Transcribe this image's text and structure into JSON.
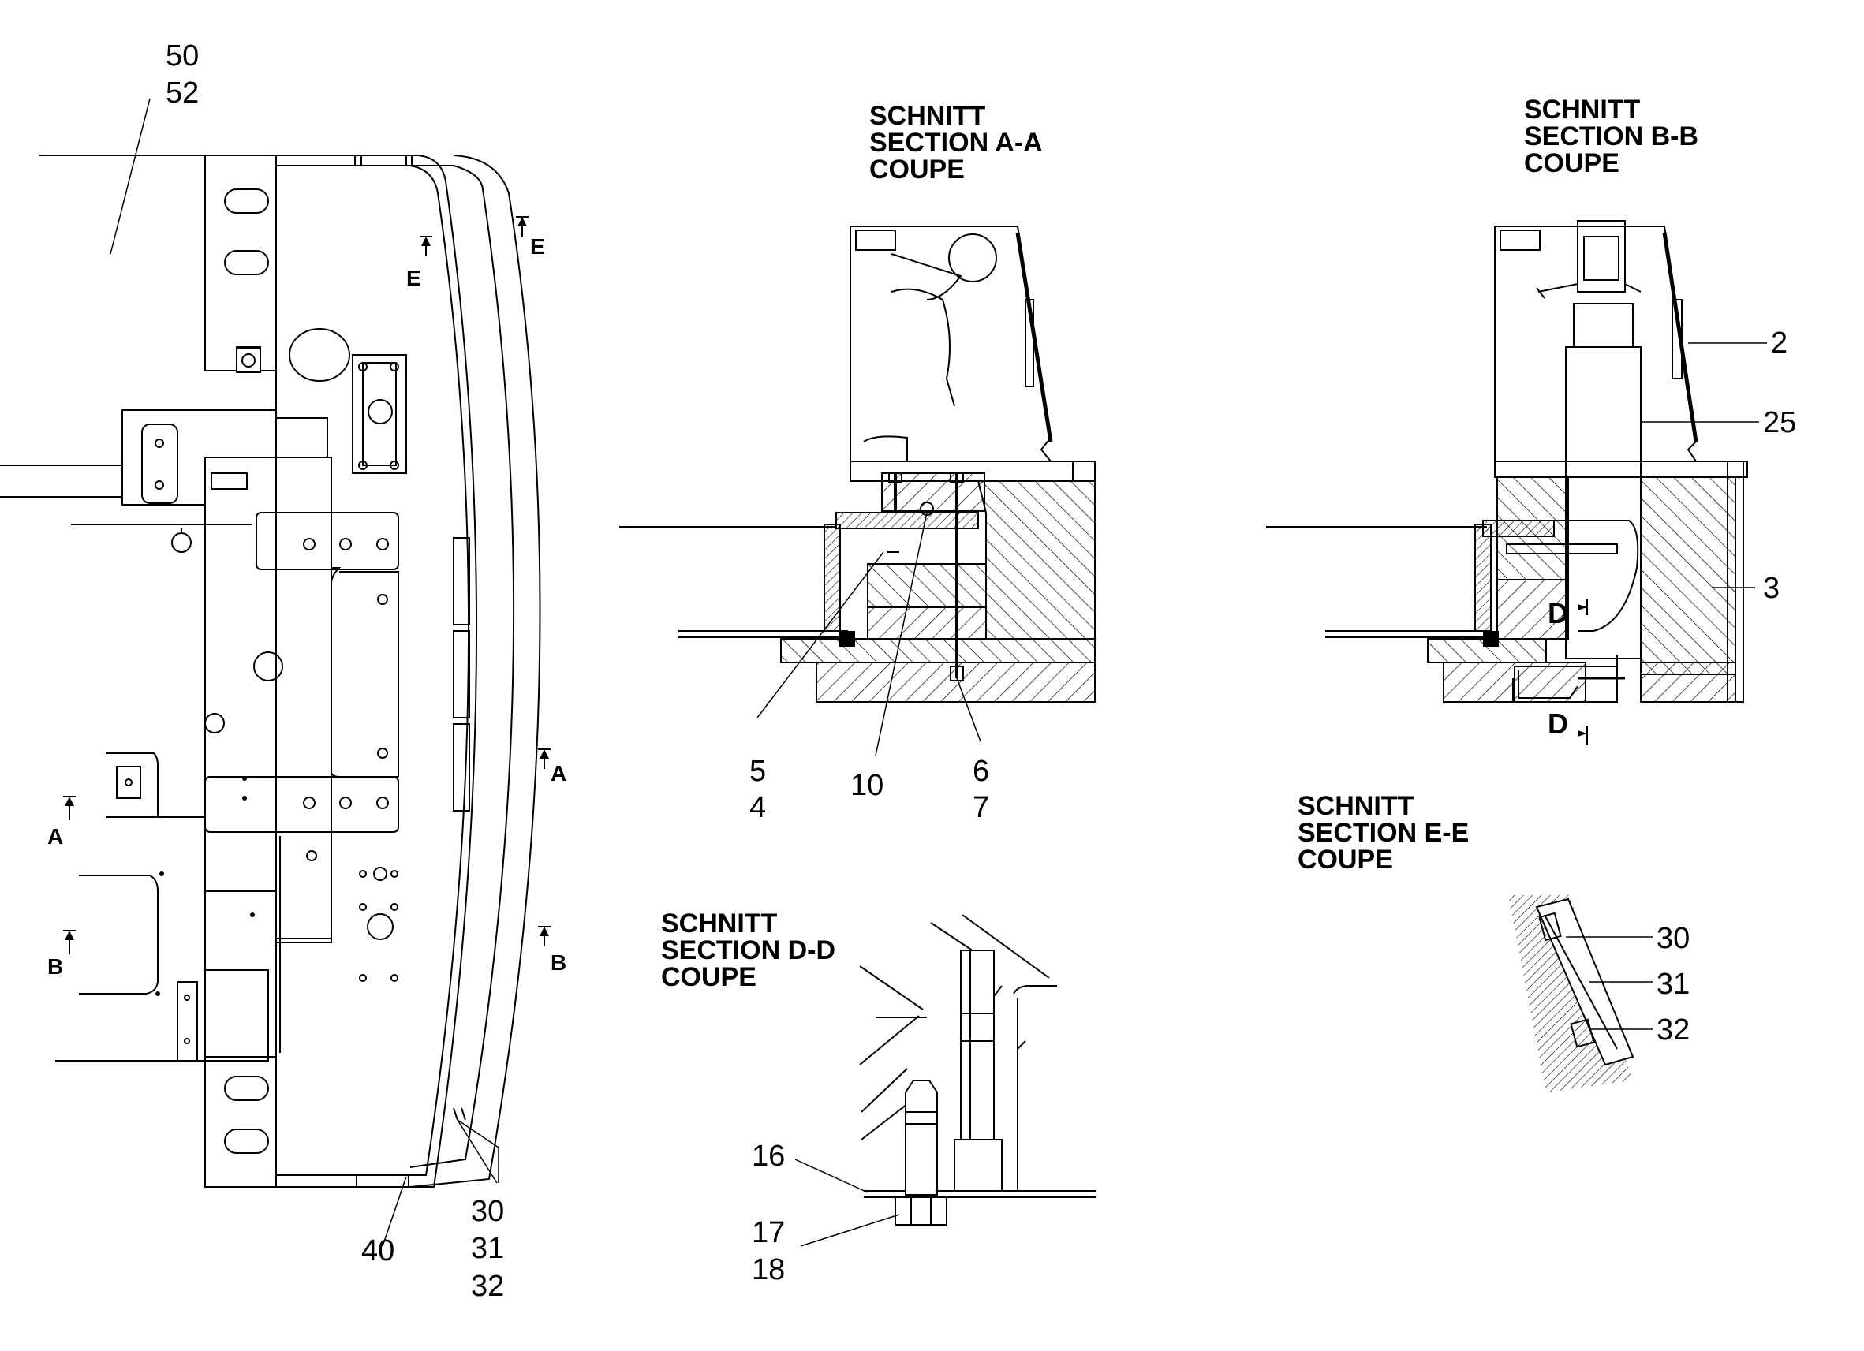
{
  "sections": {
    "aa": {
      "line1": "SCHNITT",
      "line2": "SECTION  A-A",
      "line3": "COUPE"
    },
    "bb": {
      "line1": "SCHNITT",
      "line2": "SECTION  B-B",
      "line3": "COUPE"
    },
    "ee": {
      "line1": "SCHNITT",
      "line2": "SECTION  E-E",
      "line3": "COUPE"
    },
    "dd": {
      "line1": "SCHNITT",
      "line2": "SECTION  D-D",
      "line3": "COUPE"
    }
  },
  "cut_markers": {
    "a": "A",
    "b": "B",
    "d": "D",
    "e": "E"
  },
  "callouts": {
    "n50": "50",
    "n52": "52",
    "n40": "40",
    "n30": "30",
    "n31": "31",
    "n32": "32",
    "n5": "5",
    "n4": "4",
    "n10": "10",
    "n6": "6",
    "n7": "7",
    "n2": "2",
    "n25": "25",
    "n3": "3",
    "n16": "16",
    "n17": "17",
    "n18": "18"
  }
}
